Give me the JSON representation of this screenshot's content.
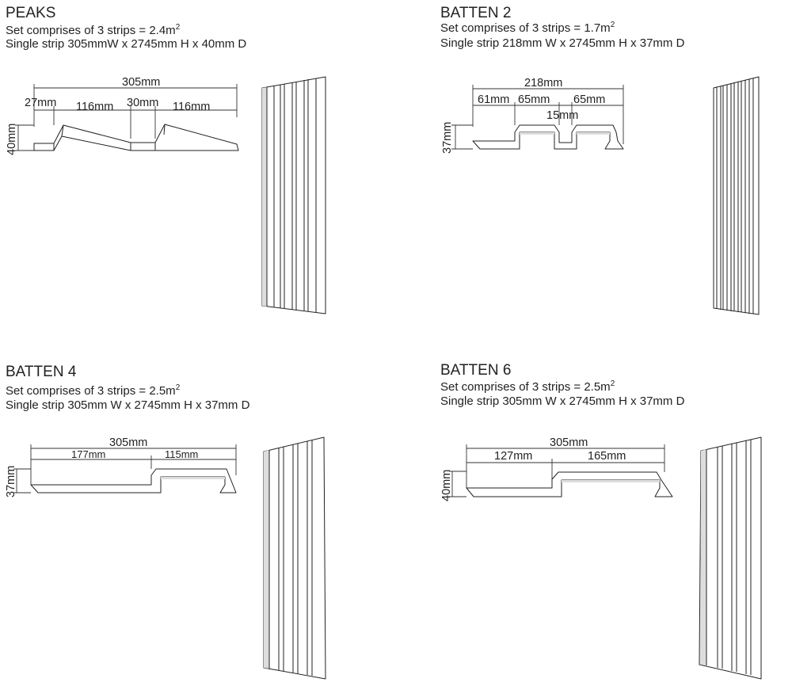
{
  "panels": {
    "peaks": {
      "title": "PEAKS",
      "set_line": {
        "prefix": "Set comprises of 3 strips = ",
        "value": "2.4m",
        "sup": "2"
      },
      "strip_line": "Single strip 305mmW x 2745mm H x 40mm D",
      "dims": {
        "overall": "305mm",
        "a": "27mm",
        "b": "116mm",
        "c": "30mm",
        "d": "116mm",
        "height": "40mm"
      }
    },
    "batten2": {
      "title": "BATTEN 2",
      "set_line": {
        "prefix": "Set comprises of 3 strips = ",
        "value": "1.7m",
        "sup": "2"
      },
      "strip_line": "Single strip 218mm W x 2745mm H x 37mm D",
      "dims": {
        "overall": "218mm",
        "a": "61mm",
        "b": "65mm",
        "c": "65mm",
        "gap": "15mm",
        "height": "37mm"
      }
    },
    "batten4": {
      "title": "BATTEN 4",
      "set_line": {
        "prefix": "Set comprises of 3 strips = ",
        "value": "2.5m",
        "sup": "2"
      },
      "strip_line": "Single strip 305mm W x 2745mm H x 37mm D",
      "dims": {
        "overall": "305mm",
        "a": "177mm",
        "b": "115mm",
        "height": "37mm"
      }
    },
    "batten6": {
      "title": "BATTEN 6",
      "set_line": {
        "prefix": "Set comprises of 3 strips = ",
        "value": "2.5m",
        "sup": "2"
      },
      "strip_line": "Single strip 305mm W x 2745mm H x 37mm D",
      "dims": {
        "overall": "305mm",
        "a": "127mm",
        "b": "165mm",
        "height": "40mm"
      }
    }
  }
}
